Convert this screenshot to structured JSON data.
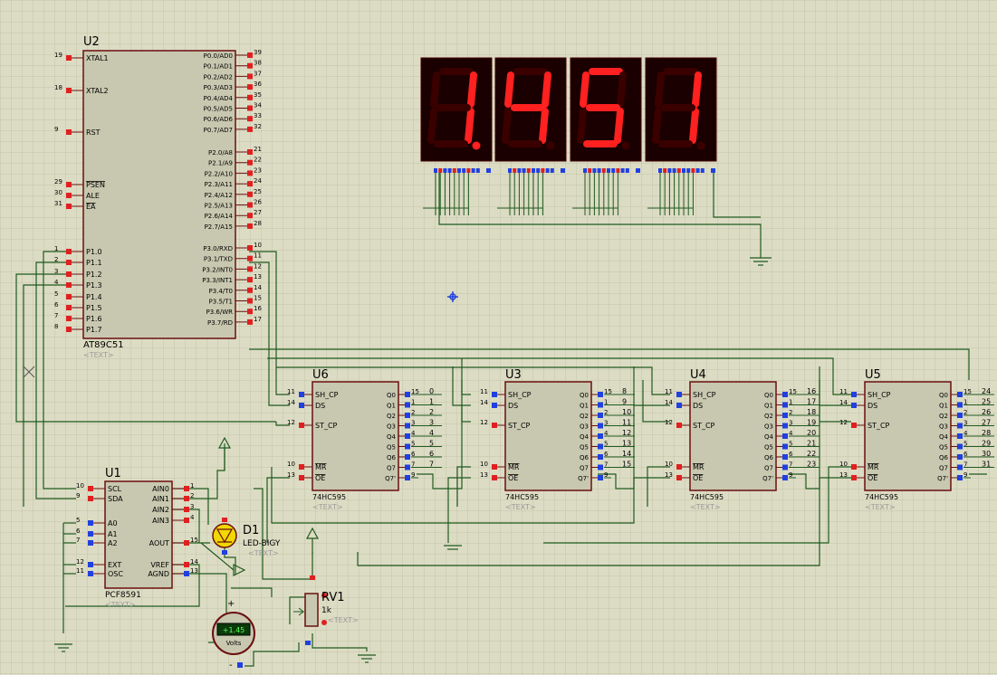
{
  "colors": {
    "background": "#dcdcc4",
    "grid": "#c3c3a9",
    "wire": "#1f5a1f",
    "chip_fill": "#c8c8b0",
    "chip_stroke": "#6b0f0f",
    "pin_red": "#e02020",
    "pin_blue": "#2040e0",
    "seg_on": "#ff2020",
    "seg_off": "#3a0000",
    "display_bg": "#1a0000",
    "text": "#000000",
    "placeholder": "#9a9a9a",
    "led_fill": "#f0d800"
  },
  "display": {
    "digits": [
      "1.",
      "4",
      "5",
      "1"
    ],
    "dp_on": [
      true,
      false,
      false,
      false
    ]
  },
  "u2": {
    "ref": "U2",
    "part": "AT89C51",
    "text_placeholder": "<TEXT>",
    "left_pins": [
      {
        "num": "19",
        "name": "XTAL1"
      },
      {
        "num": "18",
        "name": "XTAL2"
      },
      {
        "num": "9",
        "name": "RST"
      },
      {
        "num": "29",
        "name": "PSEN"
      },
      {
        "num": "30",
        "name": "ALE"
      },
      {
        "num": "31",
        "name": "EA"
      },
      {
        "num": "1",
        "name": "P1.0"
      },
      {
        "num": "2",
        "name": "P1.1"
      },
      {
        "num": "3",
        "name": "P1.2"
      },
      {
        "num": "4",
        "name": "P1.3"
      },
      {
        "num": "5",
        "name": "P1.4"
      },
      {
        "num": "6",
        "name": "P1.5"
      },
      {
        "num": "7",
        "name": "P1.6"
      },
      {
        "num": "8",
        "name": "P1.7"
      }
    ],
    "right_pins": [
      {
        "num": "39",
        "name": "P0.0/AD0"
      },
      {
        "num": "38",
        "name": "P0.1/AD1"
      },
      {
        "num": "37",
        "name": "P0.2/AD2"
      },
      {
        "num": "36",
        "name": "P0.3/AD3"
      },
      {
        "num": "35",
        "name": "P0.4/AD4"
      },
      {
        "num": "34",
        "name": "P0.5/AD5"
      },
      {
        "num": "33",
        "name": "P0.6/AD6"
      },
      {
        "num": "32",
        "name": "P0.7/AD7"
      },
      {
        "num": "21",
        "name": "P2.0/A8"
      },
      {
        "num": "22",
        "name": "P2.1/A9"
      },
      {
        "num": "23",
        "name": "P2.2/A10"
      },
      {
        "num": "24",
        "name": "P2.3/A11"
      },
      {
        "num": "25",
        "name": "P2.4/A12"
      },
      {
        "num": "26",
        "name": "P2.5/A13"
      },
      {
        "num": "27",
        "name": "P2.6/A14"
      },
      {
        "num": "28",
        "name": "P2.7/A15"
      },
      {
        "num": "10",
        "name": "P3.0/RXD"
      },
      {
        "num": "11",
        "name": "P3.1/TXD"
      },
      {
        "num": "12",
        "name": "P3.2/INT0"
      },
      {
        "num": "13",
        "name": "P3.3/INT1"
      },
      {
        "num": "14",
        "name": "P3.4/T0"
      },
      {
        "num": "15",
        "name": "P3.5/T1"
      },
      {
        "num": "16",
        "name": "P3.6/WR"
      },
      {
        "num": "17",
        "name": "P3.7/RD"
      }
    ]
  },
  "shift_registers": [
    {
      "ref": "U6",
      "part": "74HC595",
      "text_placeholder": "<TEXT>",
      "out_labels": [
        "0",
        "1",
        "2",
        "3",
        "4",
        "5",
        "6",
        "7"
      ]
    },
    {
      "ref": "U3",
      "part": "74HC595",
      "text_placeholder": "<TEXT>",
      "out_labels": [
        "8",
        "9",
        "10",
        "11",
        "12",
        "13",
        "14",
        "15"
      ]
    },
    {
      "ref": "U4",
      "part": "74HC595",
      "text_placeholder": "<TEXT>",
      "out_labels": [
        "16",
        "17",
        "18",
        "19",
        "20",
        "21",
        "22",
        "23"
      ]
    },
    {
      "ref": "U5",
      "part": "74HC595",
      "text_placeholder": "<TEXT>",
      "out_labels": [
        "24",
        "25",
        "26",
        "27",
        "28",
        "29",
        "30",
        "31"
      ]
    }
  ],
  "hc595": {
    "left_pins": [
      {
        "num": "11",
        "name": "SH_CP"
      },
      {
        "num": "14",
        "name": "DS"
      },
      {
        "num": "12",
        "name": "ST_CP"
      },
      {
        "num": "10",
        "name": "MR"
      },
      {
        "num": "13",
        "name": "OE"
      }
    ],
    "right_pins": [
      {
        "num": "15",
        "name": "Q0"
      },
      {
        "num": "1",
        "name": "Q1"
      },
      {
        "num": "2",
        "name": "Q2"
      },
      {
        "num": "3",
        "name": "Q3"
      },
      {
        "num": "4",
        "name": "Q4"
      },
      {
        "num": "5",
        "name": "Q5"
      },
      {
        "num": "6",
        "name": "Q6"
      },
      {
        "num": "7",
        "name": "Q7"
      },
      {
        "num": "9",
        "name": "Q7'"
      }
    ]
  },
  "u1": {
    "ref": "U1",
    "part": "PCF8591",
    "text_placeholder": "<TEXT>",
    "left_pins": [
      {
        "num": "10",
        "name": "SCL"
      },
      {
        "num": "9",
        "name": "SDA"
      },
      {
        "num": "5",
        "name": "A0"
      },
      {
        "num": "6",
        "name": "A1"
      },
      {
        "num": "7",
        "name": "A2"
      },
      {
        "num": "12",
        "name": "EXT"
      },
      {
        "num": "11",
        "name": "OSC"
      }
    ],
    "right_pins": [
      {
        "num": "1",
        "name": "AIN0"
      },
      {
        "num": "2",
        "name": "AIN1"
      },
      {
        "num": "3",
        "name": "AIN2"
      },
      {
        "num": "4",
        "name": "AIN3"
      },
      {
        "num": "15",
        "name": "AOUT"
      },
      {
        "num": "14",
        "name": "VREF"
      },
      {
        "num": "13",
        "name": "AGND"
      }
    ]
  },
  "led": {
    "ref": "D1",
    "part": "LED-BIGY",
    "text_placeholder": "<TEXT>"
  },
  "pot": {
    "ref": "RV1",
    "value": "1k",
    "text_placeholder": "<TEXT>"
  },
  "voltmeter": {
    "reading": "+1.45",
    "unit": "Volts",
    "plus": "+",
    "minus": "-"
  },
  "icons": [
    "ground-symbol",
    "power-arrow",
    "origin-marker",
    "wire-cross-marker"
  ]
}
